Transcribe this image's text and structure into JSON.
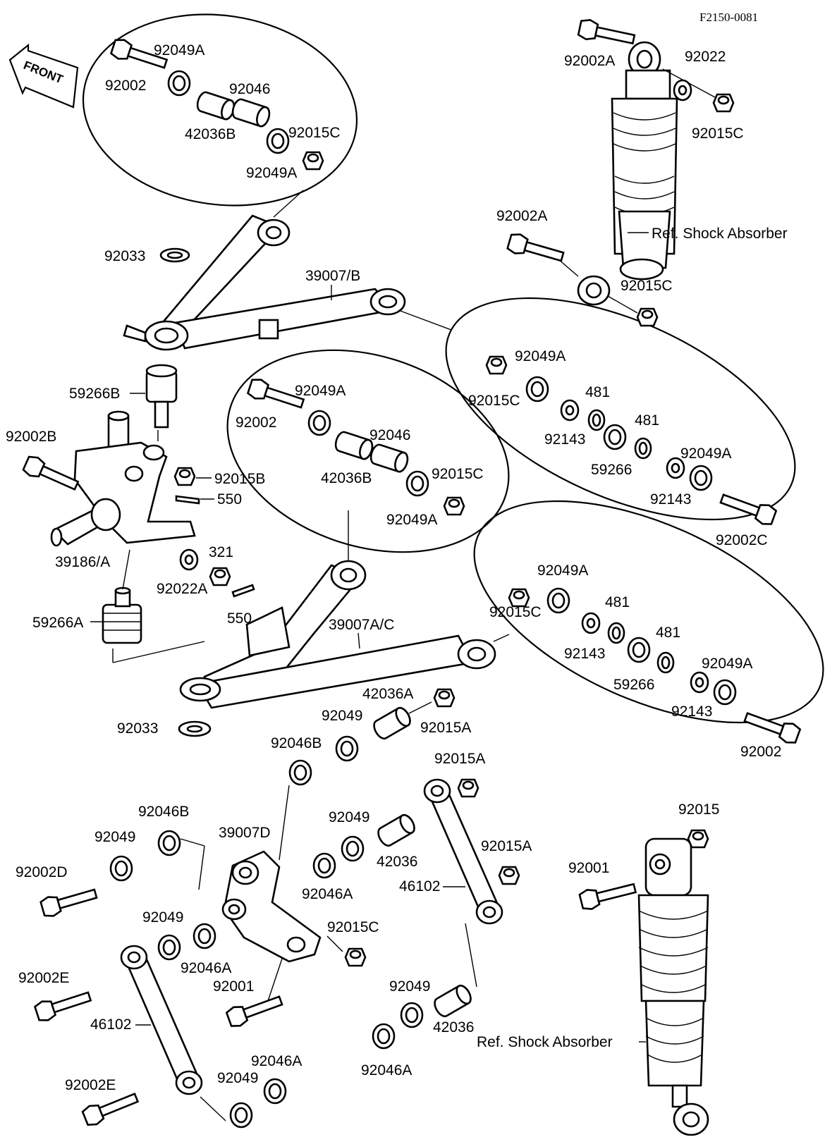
{
  "diagram_code": "F2150-0081",
  "front_label": "FRONT",
  "ref_shock_absorber": "Ref. Shock Absorber",
  "labels": {
    "top_bolt_92002": "92002",
    "top_nut_92049A": "92049A",
    "top_42036B": "42036B",
    "top_92046": "92046",
    "top_92015C": "92015C",
    "top_92049A_b": "92049A",
    "shock_92002A_top": "92002A",
    "shock_92022": "92022",
    "shock_92015C_top": "92015C",
    "shock_92002A_mid": "92002A",
    "shock_92015C_mid": "92015C",
    "clip_92033_top": "92033",
    "arm_39007B": "39007/B",
    "ball_59266B": "59266B",
    "knuckle_92002B": "92002B",
    "knuckle_92015B": "92015B",
    "pin_550_top": "550",
    "knuckle_39186A": "39186/A",
    "nut_321": "321",
    "washer_92022A": "92022A",
    "pin_550_bot": "550",
    "ball_59266A": "59266A",
    "mid_bolt_92002": "92002",
    "mid_92049A": "92049A",
    "mid_42036B": "42036B",
    "mid_92046": "92046",
    "mid_92015C": "92015C",
    "mid_92049A_b": "92049A",
    "r1_92015C": "92015C",
    "r1_92049A": "92049A",
    "r1_481_a": "481",
    "r1_92143_a": "92143",
    "r1_481_b": "481",
    "r1_59266": "59266",
    "r1_92049A_b": "92049A",
    "r1_92143_b": "92143",
    "r1_92002C": "92002C",
    "r2_92015C": "92015C",
    "r2_92049A": "92049A",
    "r2_481_a": "481",
    "r2_92143_a": "92143",
    "r2_481_b": "481",
    "r2_59266": "59266",
    "r2_92049A_b": "92049A",
    "r2_92143_b": "92143",
    "r2_92002": "92002",
    "arm_39007AC": "39007A/C",
    "clip_92033_bot": "92033",
    "l_92049_a": "92049",
    "l_42036A": "42036A",
    "l_92015A_a": "92015A",
    "l_92046B_a": "92046B",
    "l_92015A_b": "92015A",
    "l_92049_b": "92049",
    "l_42036_a": "42036",
    "l_92046A_a": "92046A",
    "l_92015A_c": "92015A",
    "l_46102_a": "46102",
    "l_92015": "92015",
    "l_92001_a": "92001",
    "l_92046B_b": "92046B",
    "l_39007D": "39007D",
    "l_92049_c": "92049",
    "l_92002D": "92002D",
    "l_92049_d": "92049",
    "l_92046A_b": "92046A",
    "l_92015C": "92015C",
    "l_92002E_a": "92002E",
    "l_92001_b": "92001",
    "l_46102_b": "46102",
    "l_92049_e": "92049",
    "l_42036_b": "42036",
    "l_92046A_c": "92046A",
    "l_92002E_b": "92002E",
    "l_92049_f": "92049",
    "l_92046A_d": "92046A"
  }
}
